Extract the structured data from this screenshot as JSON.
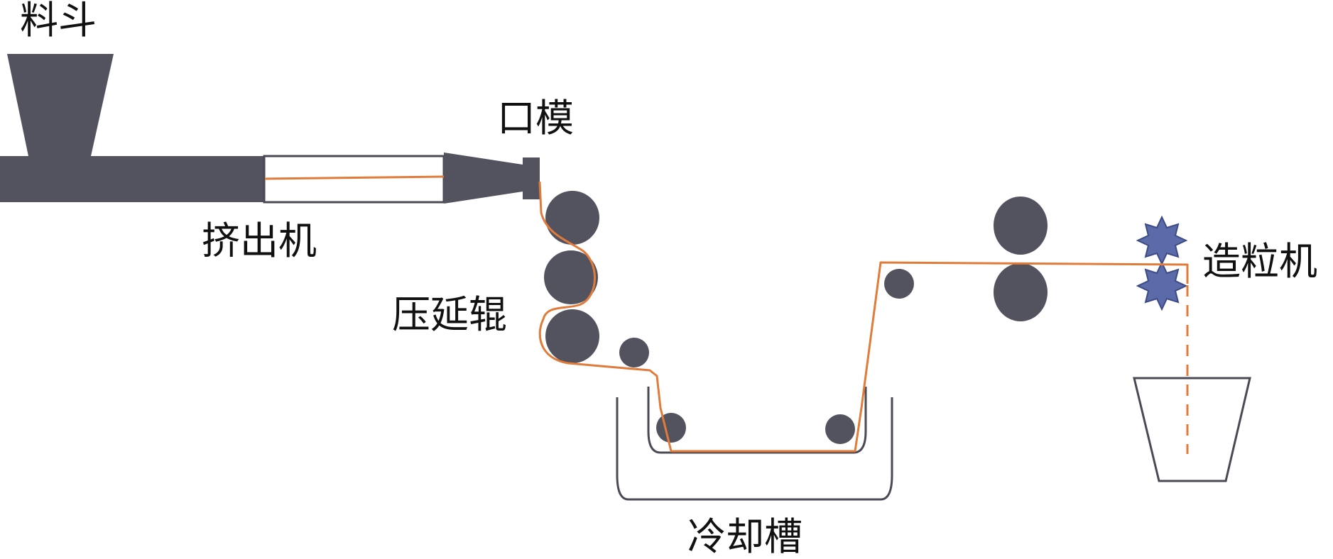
{
  "labels": {
    "hopper": "料斗",
    "die": "口模",
    "extruder": "挤出机",
    "calender_rolls": "压延辊",
    "cooling_tank": "冷却槽",
    "pelletizer": "造粒机"
  },
  "colors": {
    "machine": "#53525F",
    "strand": "#E07B3A",
    "cutter": "#5B6BAA",
    "outline": "#4A4A55",
    "text": "#111111"
  }
}
